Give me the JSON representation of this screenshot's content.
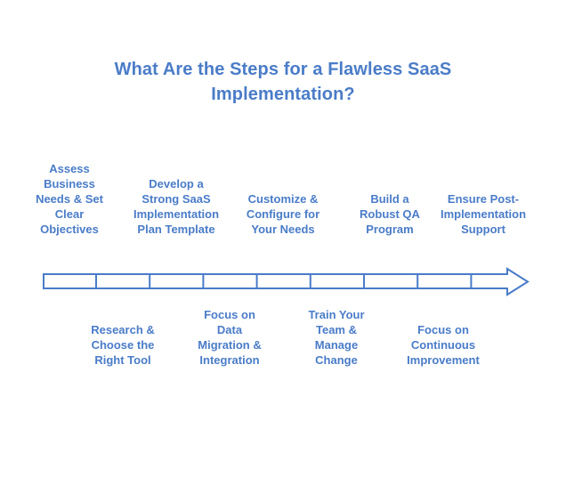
{
  "colors": {
    "accent": "#4A7CC8",
    "background": "#FFFFFF"
  },
  "title": "What Are the Steps for a Flawless SaaS\nImplementation?",
  "timeline": {
    "type": "horizontal-block-arrow",
    "direction": "left-to-right",
    "segment_count": 9,
    "fill": "#FFFFFF",
    "stroke": "#4A7CC8"
  },
  "steps": [
    {
      "index": 1,
      "position": "top",
      "label": "Assess\nBusiness\nNeeds & Set\nClear\nObjectives"
    },
    {
      "index": 2,
      "position": "bottom",
      "label": "Research &\nChoose the\nRight Tool"
    },
    {
      "index": 3,
      "position": "top",
      "label": "Develop a\nStrong SaaS\nImplementation\nPlan Template"
    },
    {
      "index": 4,
      "position": "bottom",
      "label": "Focus on\nData\nMigration &\nIntegration"
    },
    {
      "index": 5,
      "position": "top",
      "label": "Customize &\nConfigure for\nYour Needs"
    },
    {
      "index": 6,
      "position": "bottom",
      "label": "Train Your\nTeam &\nManage\nChange"
    },
    {
      "index": 7,
      "position": "top",
      "label": "Build a\nRobust QA\nProgram"
    },
    {
      "index": 8,
      "position": "bottom",
      "label": "Focus on\nContinuous\nImprovement"
    },
    {
      "index": 9,
      "position": "top",
      "label": "Ensure Post-\nImplementation\nSupport"
    }
  ]
}
